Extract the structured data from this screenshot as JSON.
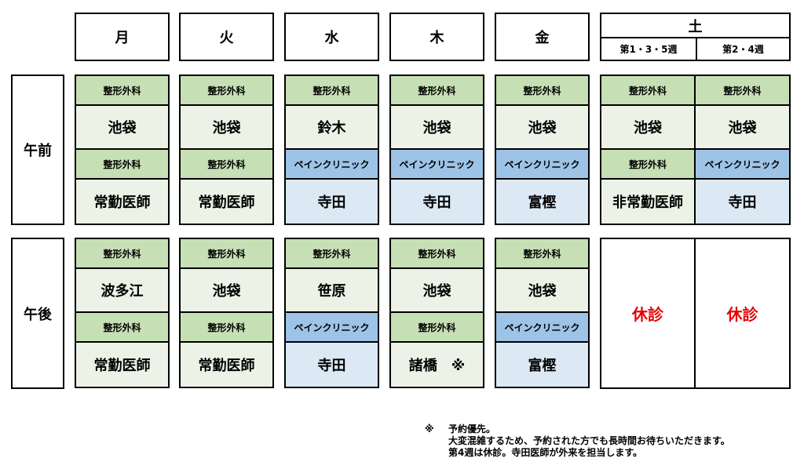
{
  "days": [
    "月",
    "火",
    "水",
    "木",
    "金"
  ],
  "saturday": {
    "label": "土",
    "sub": [
      "第1・3・5週",
      "第2・4週"
    ]
  },
  "periods": {
    "morning": "午前",
    "afternoon": "午後"
  },
  "morning": [
    {
      "dept1": "整形外科",
      "doc1": "池袋",
      "dept2": "整形外科",
      "doc2": "常勤医師",
      "type2": "green"
    },
    {
      "dept1": "整形外科",
      "doc1": "池袋",
      "dept2": "整形外科",
      "doc2": "常勤医師",
      "type2": "green"
    },
    {
      "dept1": "整形外科",
      "doc1": "鈴木",
      "dept2": "ペインクリニック",
      "doc2": "寺田",
      "type2": "blue"
    },
    {
      "dept1": "整形外科",
      "doc1": "池袋",
      "dept2": "ペインクリニック",
      "doc2": "寺田",
      "type2": "blue"
    },
    {
      "dept1": "整形外科",
      "doc1": "池袋",
      "dept2": "ペインクリニック",
      "doc2": "富樫",
      "type2": "blue"
    },
    {
      "dept1": "整形外科",
      "doc1": "池袋",
      "dept2": "整形外科",
      "doc2": "非常勤医師",
      "type2": "green"
    },
    {
      "dept1": "整形外科",
      "doc1": "池袋",
      "dept2": "ペインクリニック",
      "doc2": "寺田",
      "type2": "blue"
    }
  ],
  "afternoon": [
    {
      "dept1": "整形外科",
      "doc1": "波多江",
      "dept2": "整形外科",
      "doc2": "常勤医師",
      "type2": "green"
    },
    {
      "dept1": "整形外科",
      "doc1": "池袋",
      "dept2": "整形外科",
      "doc2": "常勤医師",
      "type2": "green"
    },
    {
      "dept1": "整形外科",
      "doc1": "笹原",
      "dept2": "ペインクリニック",
      "doc2": "寺田",
      "type2": "blue"
    },
    {
      "dept1": "整形外科",
      "doc1": "池袋",
      "dept2": "整形外科",
      "doc2": "諸橋　※",
      "type2": "green"
    },
    {
      "dept1": "整形外科",
      "doc1": "池袋",
      "dept2": "ペインクリニック",
      "doc2": "富樫",
      "type2": "blue"
    }
  ],
  "saturday_afternoon": [
    "休診",
    "休診"
  ],
  "note": {
    "mark": "※",
    "lines": [
      "予約優先。",
      "大変混雑するため、予約された方でも長時間お待ちいただきます。",
      "第4週は休診。寺田医師が外来を担当します。"
    ]
  },
  "colors": {
    "green_header": "#c6dfb4",
    "green_body": "#ecf3e6",
    "blue_header": "#9dc3e6",
    "blue_body": "#dce9f5",
    "closed_text": "#e60000"
  }
}
